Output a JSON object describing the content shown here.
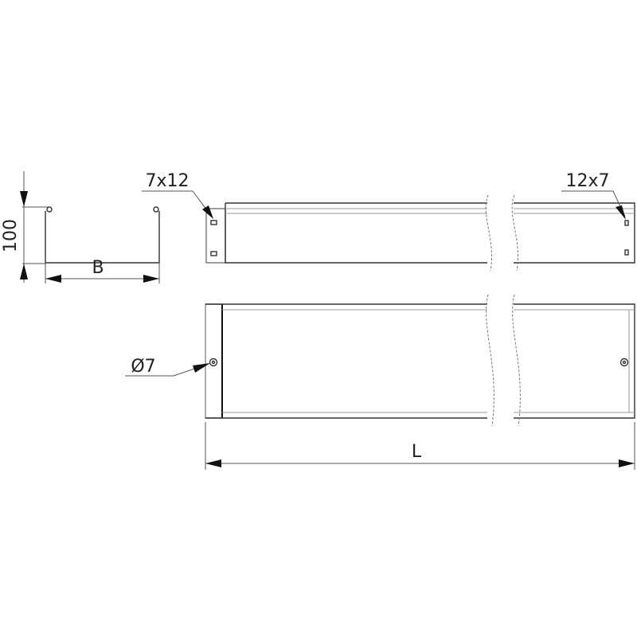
{
  "drawing": {
    "height_dimension": "100",
    "width_dimension": "B",
    "length_dimension": "L",
    "slot_left_label": "7x12",
    "slot_right_label": "12x7",
    "hole_label": "Ø7"
  }
}
